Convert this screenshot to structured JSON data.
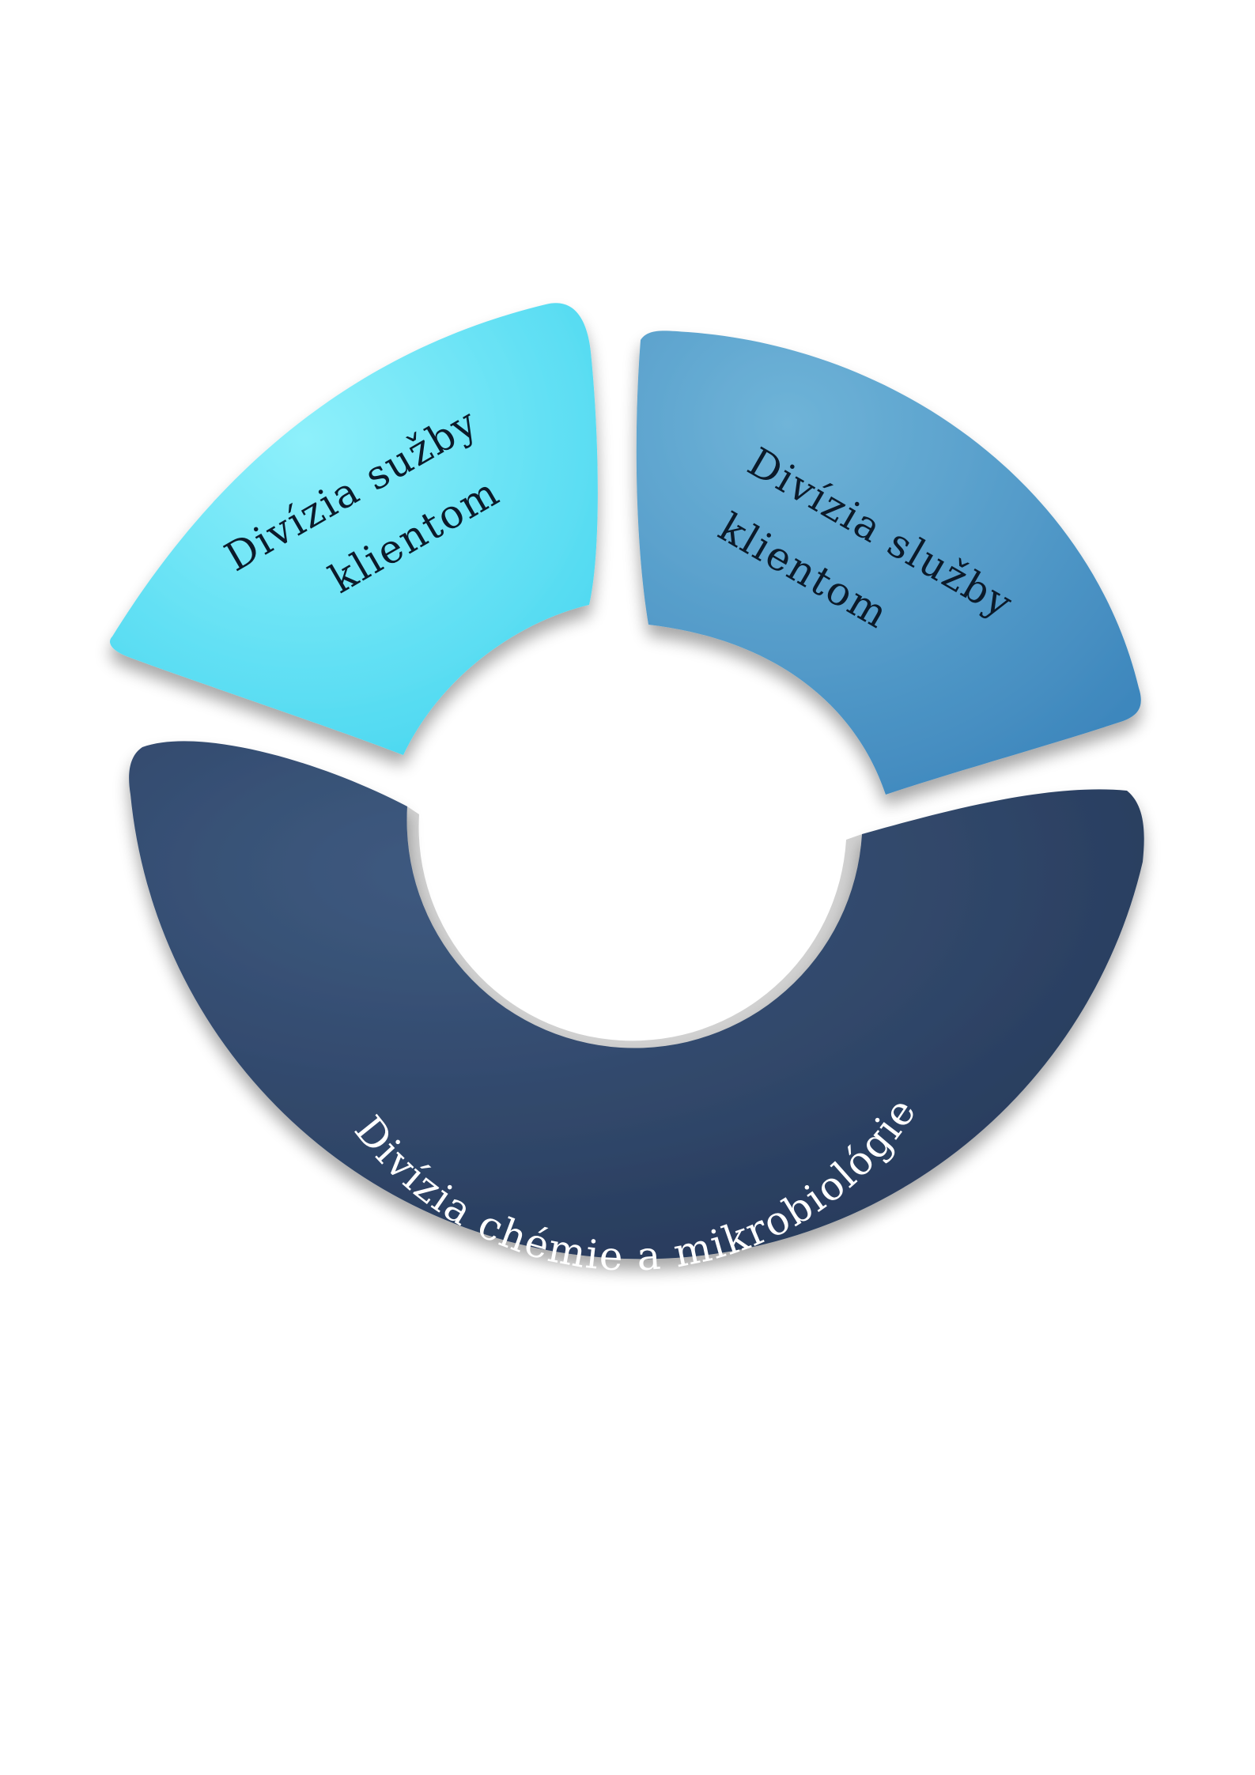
{
  "segments": [
    {
      "id": "top-left",
      "lines": [
        "Divízia sužby",
        "klientom"
      ],
      "text_color": "#0b1a2a",
      "fill_light": "#8ef0fb",
      "fill_dark": "#3fd3ee",
      "edge": "#2bb6d6"
    },
    {
      "id": "top-right",
      "lines": [
        "Divízia služby",
        "klientom"
      ],
      "text_color": "#0b1a2a",
      "fill_light": "#6fb4d8",
      "fill_dark": "#3e87bd",
      "edge": "#2f6f9e"
    },
    {
      "id": "bottom",
      "label": "Divízia chémie a mikrobiológie",
      "text_color": "#ffffff",
      "fill_light": "#3e5a80",
      "fill_dark": "#243656",
      "edge": "#1c2b45"
    }
  ]
}
